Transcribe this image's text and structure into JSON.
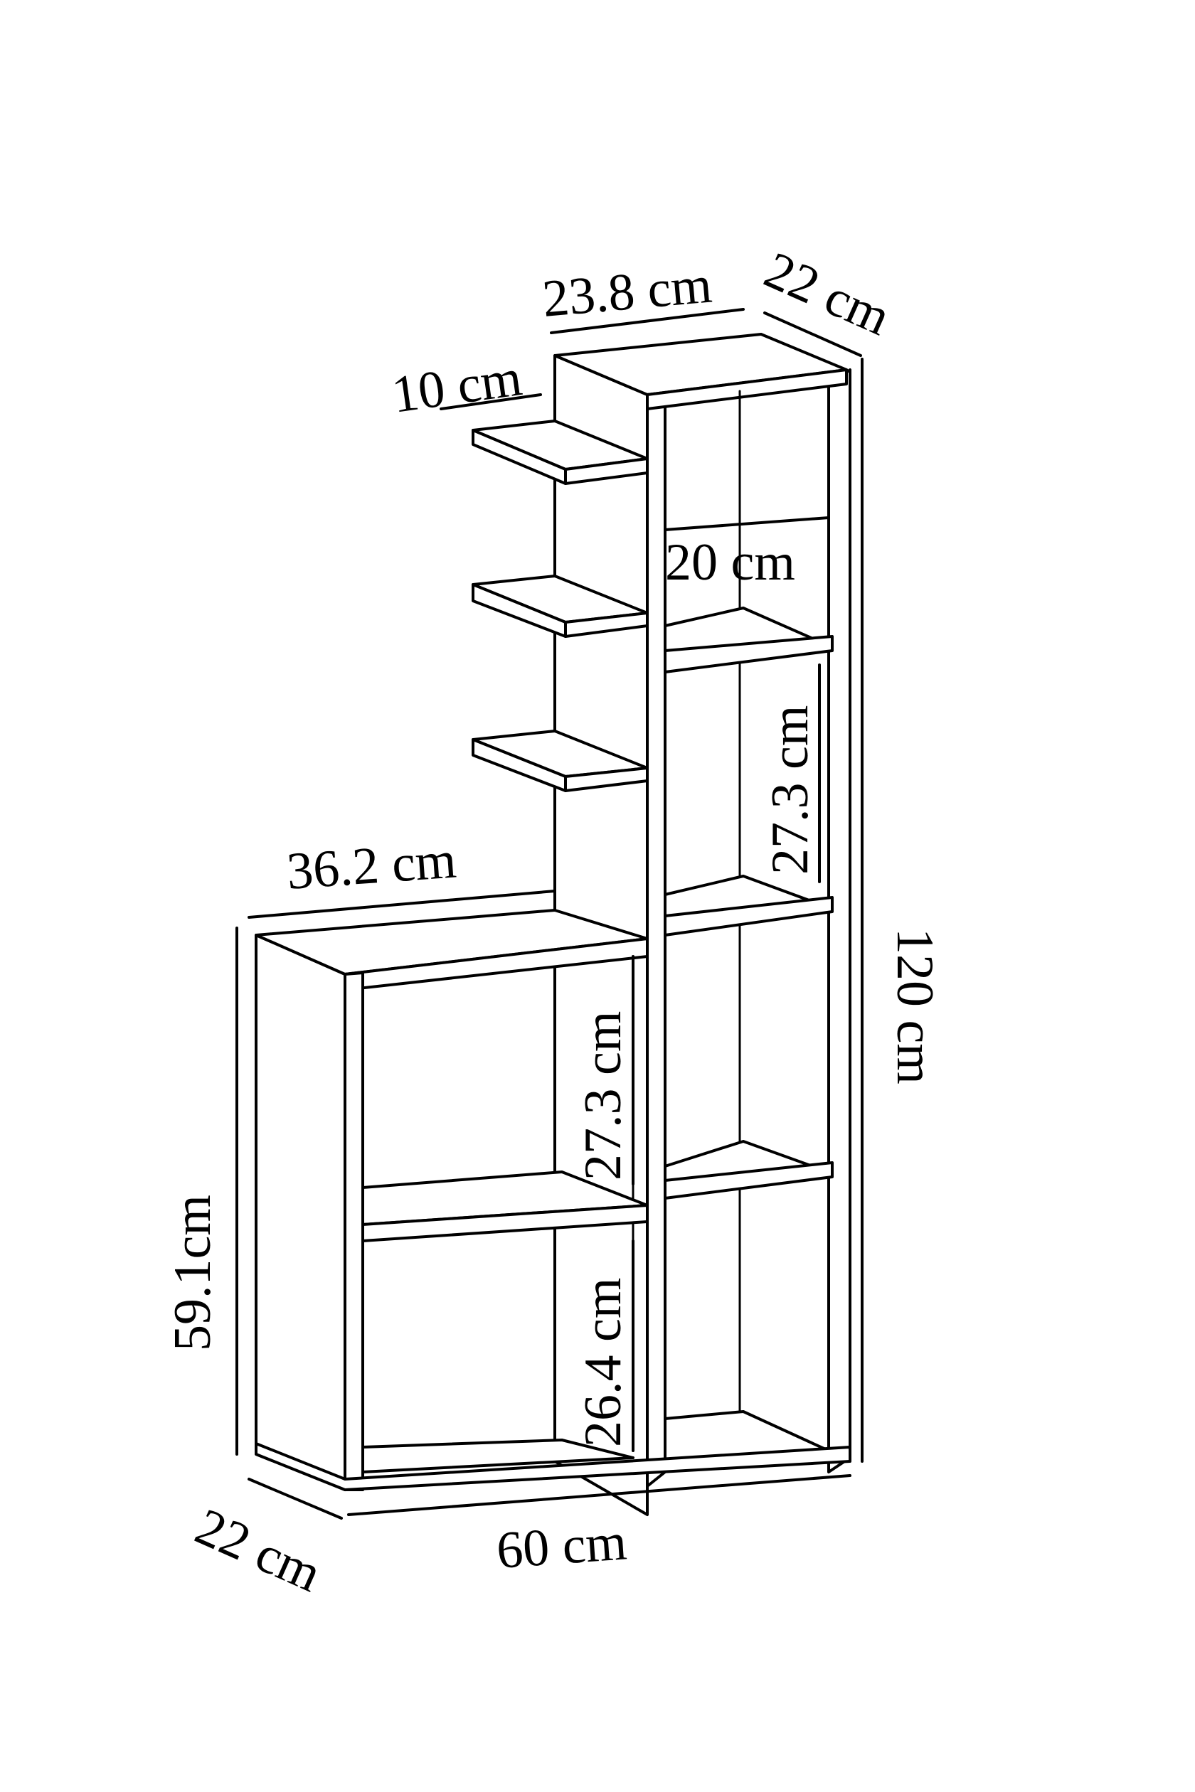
{
  "diagram": {
    "line_color": "#000000",
    "background": "#ffffff",
    "dimensions": {
      "tower_width_top": "23.8 cm",
      "tower_depth_top": "22 cm",
      "side_shelf_depth": "10 cm",
      "tower_inner_width": "20 cm",
      "tower_shelf_gap": "27.3 cm",
      "total_height": "120 cm",
      "lower_unit_width": "36.2 cm",
      "lower_shelf_gap_upper": "27.3 cm",
      "lower_shelf_gap_lower": "26.4 cm",
      "lower_unit_height": "59.1cm",
      "base_depth": "22 cm",
      "total_width": "60 cm"
    }
  }
}
